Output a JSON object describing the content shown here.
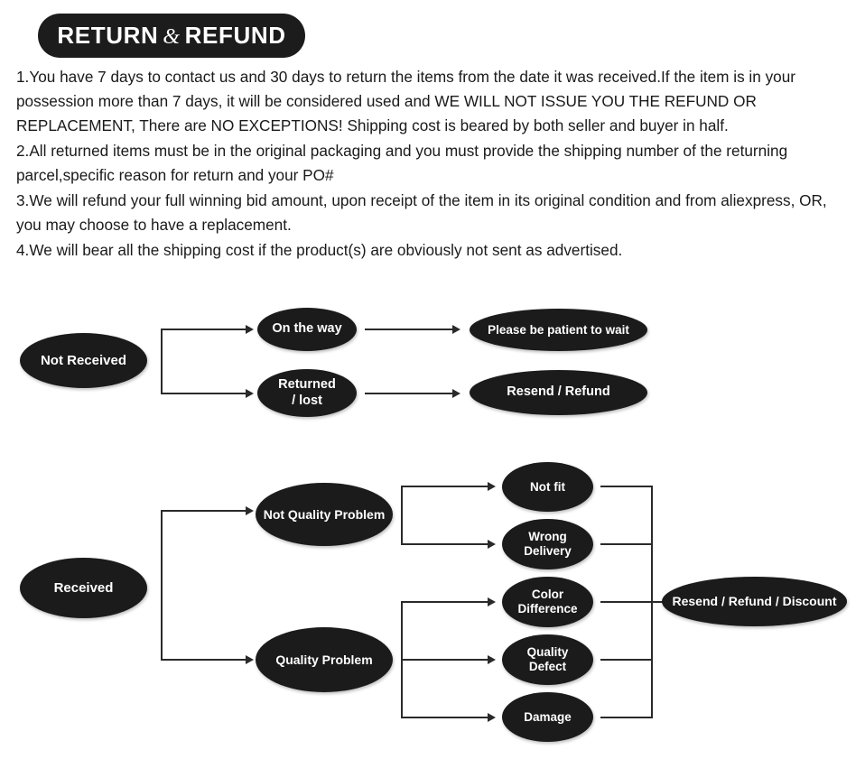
{
  "header": {
    "title_part1": "RETURN",
    "ampersand": "&",
    "title_part2": "REFUND"
  },
  "policy": {
    "items": [
      "1.You have 7 days to contact us and 30 days to return the items from the date it was received.If the item is in your possession more than 7 days, it will be considered used and WE WILL NOT ISSUE YOU THE REFUND OR REPLACEMENT, There are NO EXCEPTIONS! Shipping cost is beared by both seller and buyer in half.",
      "2.All returned items must be in the original packaging and you must provide the shipping number of the returning parcel,specific reason for return and your PO#",
      "3.We will refund your full winning bid amount, upon receipt of the item in its original condition and from aliexpress, OR, you may choose to have a replacement.",
      "4.We will bear all the shipping cost if the product(s) are obviously not sent as advertised."
    ]
  },
  "flowchart_not_received": {
    "root": "Not Received",
    "branches": [
      {
        "condition": "On the way",
        "outcome": "Please be patient to wait"
      },
      {
        "condition": "Returned\n/   lost",
        "outcome": "Resend / Refund"
      }
    ]
  },
  "flowchart_received": {
    "root": "Received",
    "categories": [
      {
        "label": "Not Quality Problem",
        "reasons": [
          "Not fit",
          "Wrong\nDelivery"
        ]
      },
      {
        "label": "Quality Problem",
        "reasons": [
          "Color\nDifference",
          "Quality\nDefect",
          "Damage"
        ]
      }
    ],
    "reasons_flat": [
      "Not fit",
      "Wrong\nDelivery",
      "Color\nDifference",
      "Quality\nDefect",
      "Damage"
    ],
    "final_outcome": "Resend / Refund / Discount"
  },
  "colors": {
    "node_fill": "#1b1b1b",
    "node_text": "#ffffff",
    "connector": "#2a2a2a",
    "body_text": "#1a1a1a",
    "background": "#ffffff"
  }
}
